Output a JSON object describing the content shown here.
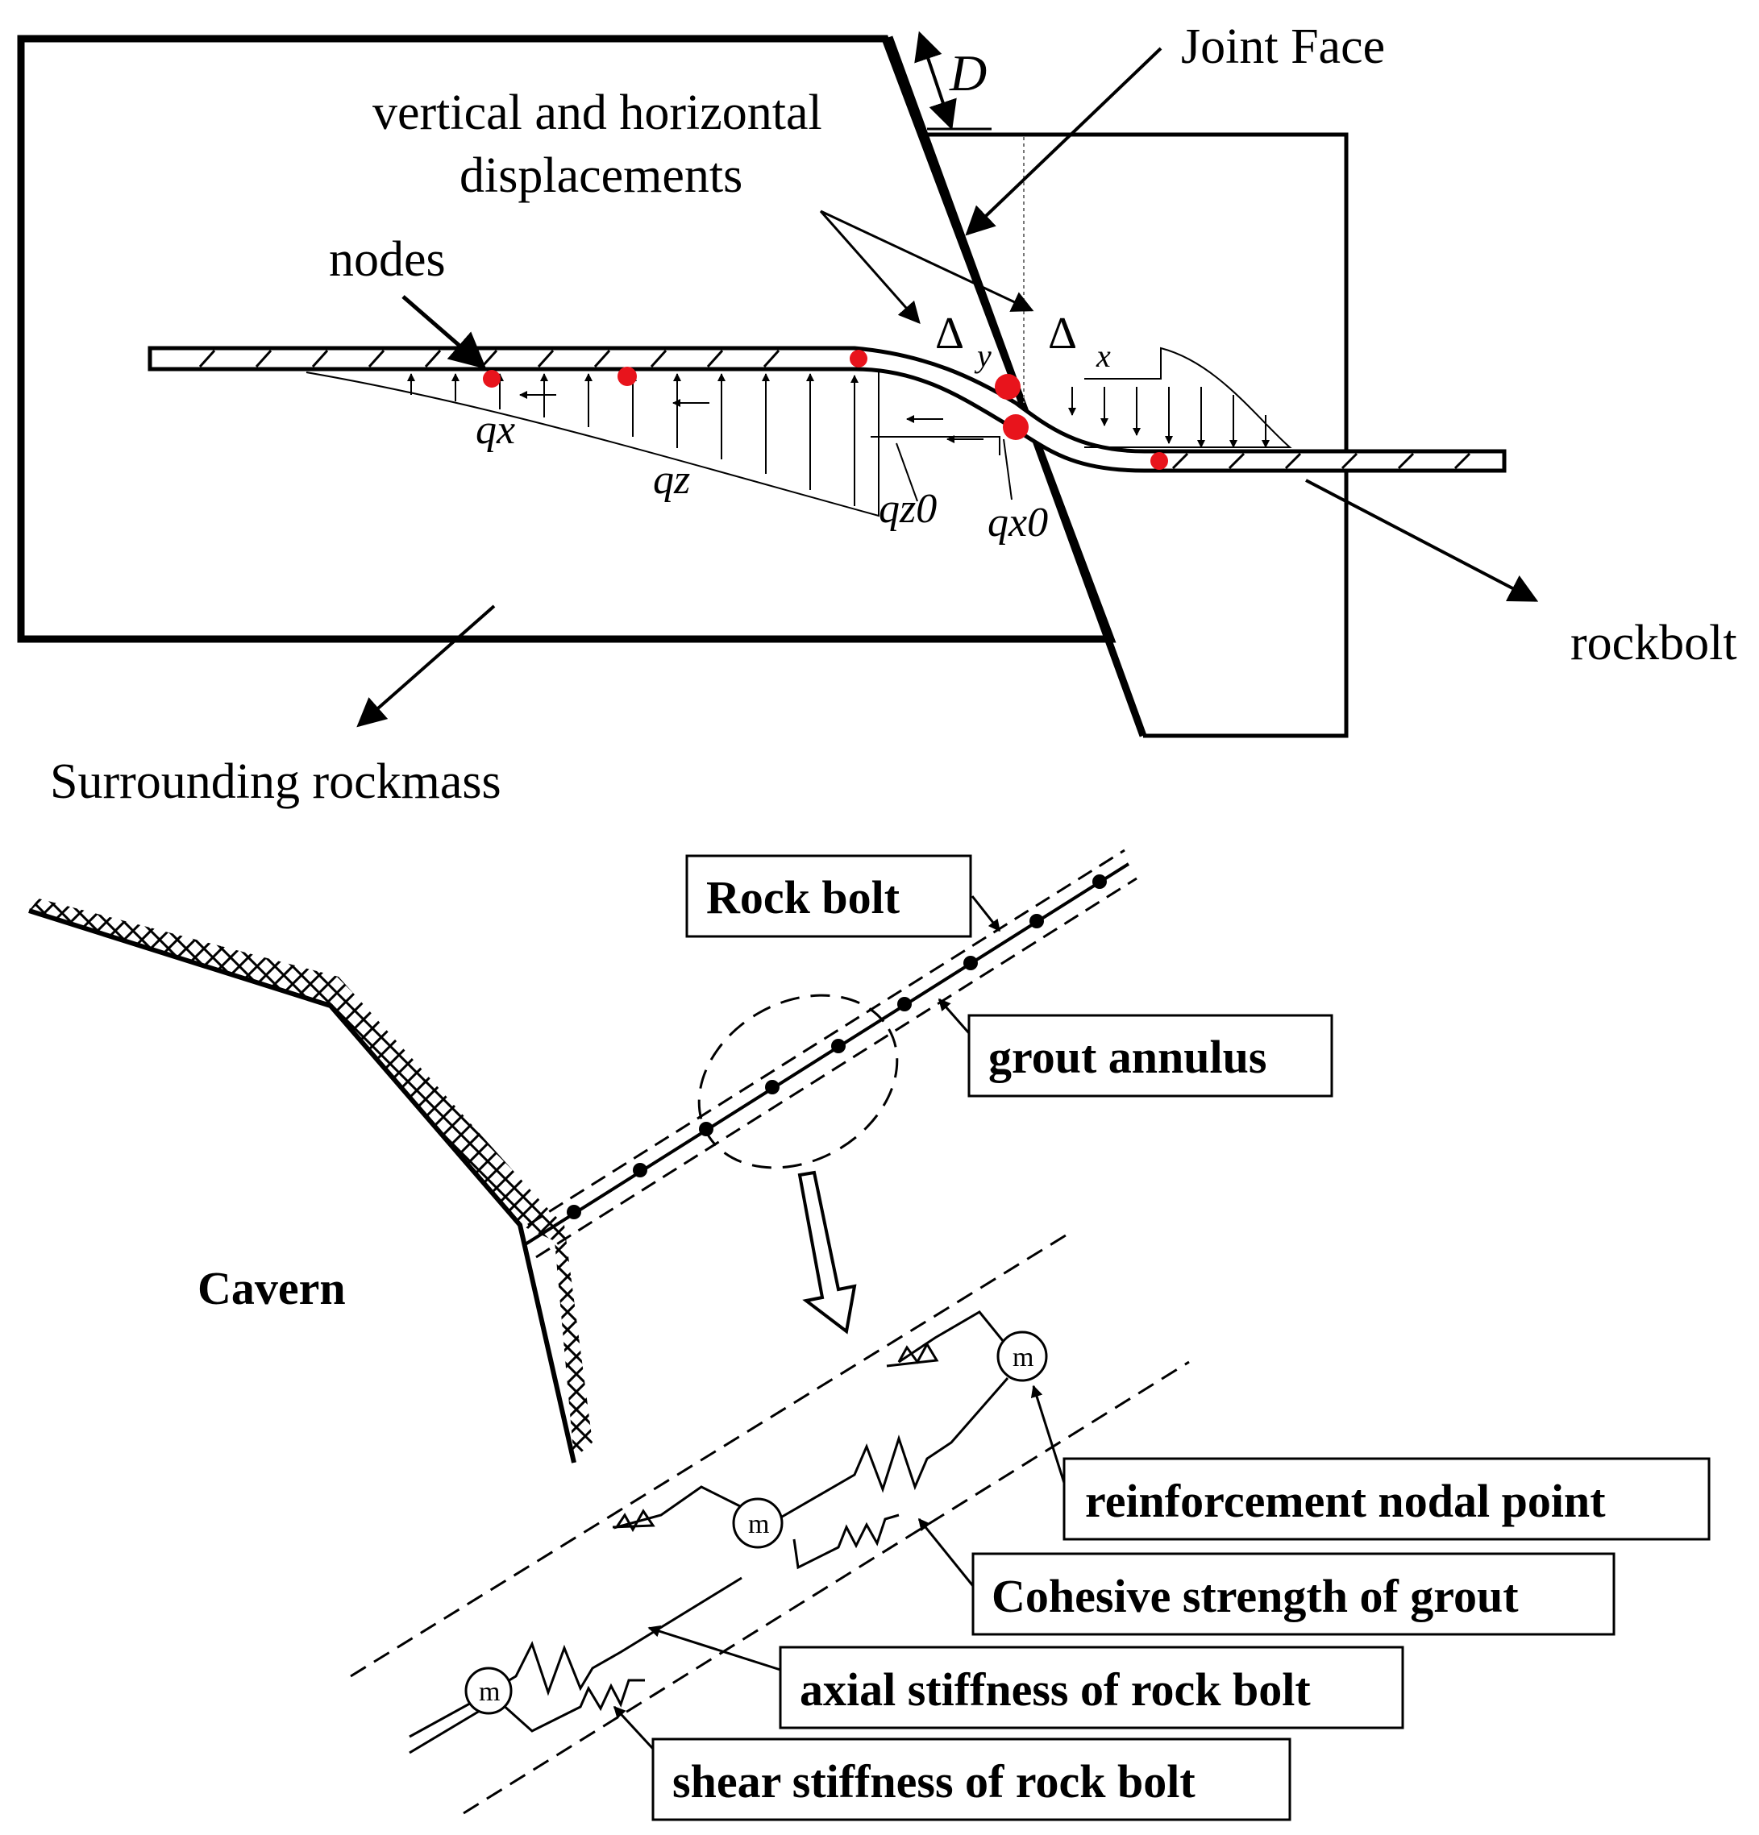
{
  "top": {
    "joint_face": "Joint Face",
    "displacements_line1": "vertical and horizontal",
    "displacements_line2": "displacements",
    "D": "D",
    "nodes": "nodes",
    "delta_y": "Δ",
    "delta_y_sub": "y",
    "delta_x": "Δ",
    "delta_x_sub": "x",
    "qx": "qx",
    "qz": "qz",
    "qz0": "qz0",
    "qx0": "qx0",
    "rockbolt": "rockbolt",
    "surrounding": "Surrounding rockmass"
  },
  "bottom": {
    "rock_bolt": "Rock bolt",
    "grout_annulus": "grout annulus",
    "cavern": "Cavern",
    "nodal_point": "reinforcement nodal point",
    "cohesive": "Cohesive strength of grout",
    "axial": "axial stiffness of rock bolt",
    "shear": "shear stiffness of rock bolt",
    "mass": "m"
  },
  "colors": {
    "node": "#e8141c",
    "line": "#000000"
  }
}
